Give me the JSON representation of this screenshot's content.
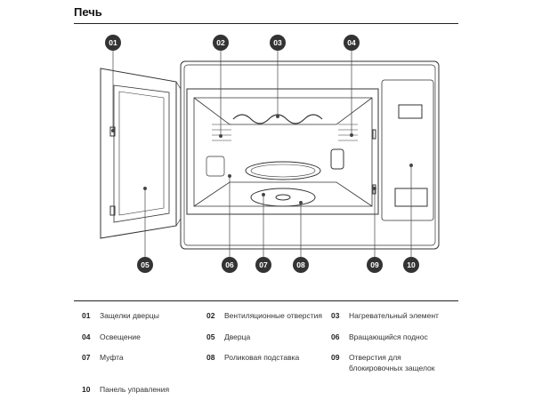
{
  "title": "Печь",
  "callouts": [
    "01",
    "02",
    "03",
    "04",
    "05",
    "06",
    "07",
    "08",
    "09",
    "10"
  ],
  "legend": [
    {
      "num": "01",
      "label": "Защелки дверцы"
    },
    {
      "num": "02",
      "label": "Вентиляционные отверстия"
    },
    {
      "num": "03",
      "label": "Нагревательный элемент"
    },
    {
      "num": "04",
      "label": "Освещение"
    },
    {
      "num": "05",
      "label": "Дверца"
    },
    {
      "num": "06",
      "label": "Вращающийся поднос"
    },
    {
      "num": "07",
      "label": "Муфта"
    },
    {
      "num": "08",
      "label": "Роликовая подставка"
    },
    {
      "num": "09",
      "label": "Отверстия для блокировочных защелок"
    },
    {
      "num": "10",
      "label": "Панель управления"
    }
  ]
}
